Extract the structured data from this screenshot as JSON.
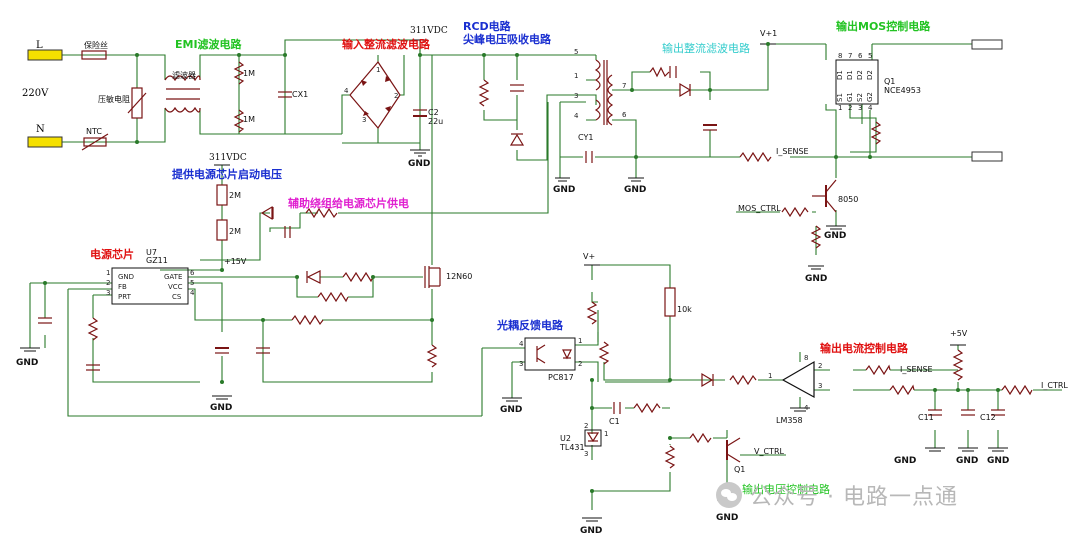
{
  "section_titles": {
    "emi": "EMI滤波电路",
    "rectifier": "输入整流滤波电路",
    "rcd_line1": "RCD电路",
    "rcd_line2": "尖峰电压吸收电路",
    "output_filter": "输出整流滤波电路",
    "mos_ctrl": "输出MOS控制电路",
    "startup": "提供电源芯片启动电压",
    "aux": "辅助绕组给电源芯片供电",
    "power_chip": "电源芯片",
    "opto": "光耦反馈电路",
    "current_ctrl": "输出电流控制电路",
    "voltage_ctrl": "输出电压控制电路"
  },
  "title_colors": {
    "green": "#22c322",
    "red": "#e01010",
    "blue": "#1a2fd0",
    "cyan": "#33cccc",
    "magenta": "#e020d0"
  },
  "input": {
    "L": "L",
    "N": "N",
    "v220": "220V",
    "fuse": "保险丝",
    "varistor": "压敏电阻",
    "ntc": "NTC",
    "filter": "滤波器"
  },
  "components": {
    "r1m_a": "1M",
    "r1m_b": "1M",
    "cx1": "CX1",
    "c2": "C2",
    "c2_val": "22u",
    "v311_top": "311VDC",
    "v311_mid": "311VDC",
    "cy1": "CY1",
    "vplus1": "V+1",
    "q1": "Q1",
    "q1_part": "NCE4953",
    "i_sense": "I_SENSE",
    "i_sense2": "I_SENSE",
    "mos_ctrl": "MOS_CTRL",
    "q8050": "8050",
    "r2m_a": "2M",
    "r2m_b": "2M",
    "plus15v": "+15V",
    "u7": "U7",
    "gz11": "GZ11",
    "mos_12n60": "12N60",
    "vplus": "V+",
    "r10k": "10k",
    "pc817": "PC817",
    "u2": "U2",
    "tl431": "TL431",
    "c1": "C1",
    "q1b": "Q1",
    "v_ctrl": "V_CTRL",
    "plus5v": "+5V",
    "c11": "C11",
    "c12": "C12",
    "i_ctrl": "I_CTRL",
    "lm358": "LM358"
  },
  "chip_pins": {
    "left": [
      "GND",
      "FB",
      "PRT"
    ],
    "right": [
      "GATE",
      "VCC",
      "CS"
    ],
    "left_nums": [
      "1",
      "2",
      "3"
    ],
    "right_nums": [
      "6",
      "5",
      "4"
    ]
  },
  "mos_pins": {
    "top": [
      "D1",
      "D1",
      "D2",
      "D2"
    ],
    "bottom": [
      "S1",
      "G1",
      "S2",
      "G2"
    ],
    "top_nums": [
      "8",
      "7",
      "6",
      "5"
    ],
    "bottom_nums": [
      "1",
      "2",
      "3",
      "4"
    ]
  },
  "transformer_pins": [
    "5",
    "1",
    "3",
    "4",
    "7",
    "6"
  ],
  "opamp_pins": [
    "8",
    "2",
    "3",
    "1",
    "4"
  ],
  "opto_pins": [
    "4",
    "3",
    "1",
    "2"
  ],
  "tl431_pins": [
    "2",
    "3",
    "1"
  ],
  "bridge_pins": [
    "1",
    "2",
    "3",
    "4"
  ],
  "gnd": "GND",
  "watermark": "公众号 · 电路一点通"
}
